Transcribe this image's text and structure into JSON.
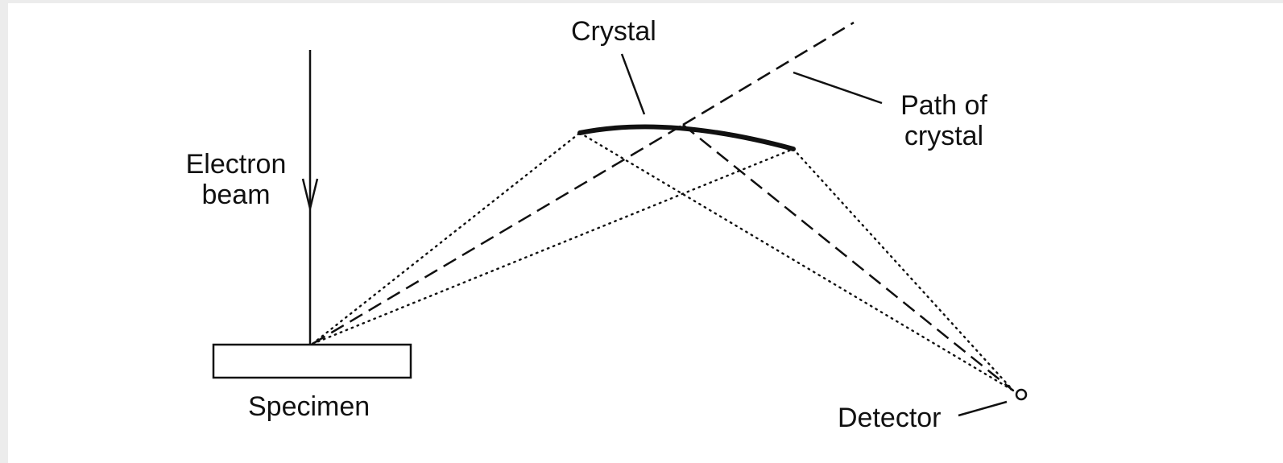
{
  "labels": {
    "crystal": "Crystal",
    "path_of_crystal_line1": "Path of",
    "path_of_crystal_line2": "crystal",
    "electron_beam_line1": "Electron",
    "electron_beam_line2": "beam",
    "specimen": "Specimen",
    "detector": "Detector"
  },
  "colors": {
    "background": "#ececec",
    "canvas": "#ffffff",
    "ink": "#111111"
  }
}
